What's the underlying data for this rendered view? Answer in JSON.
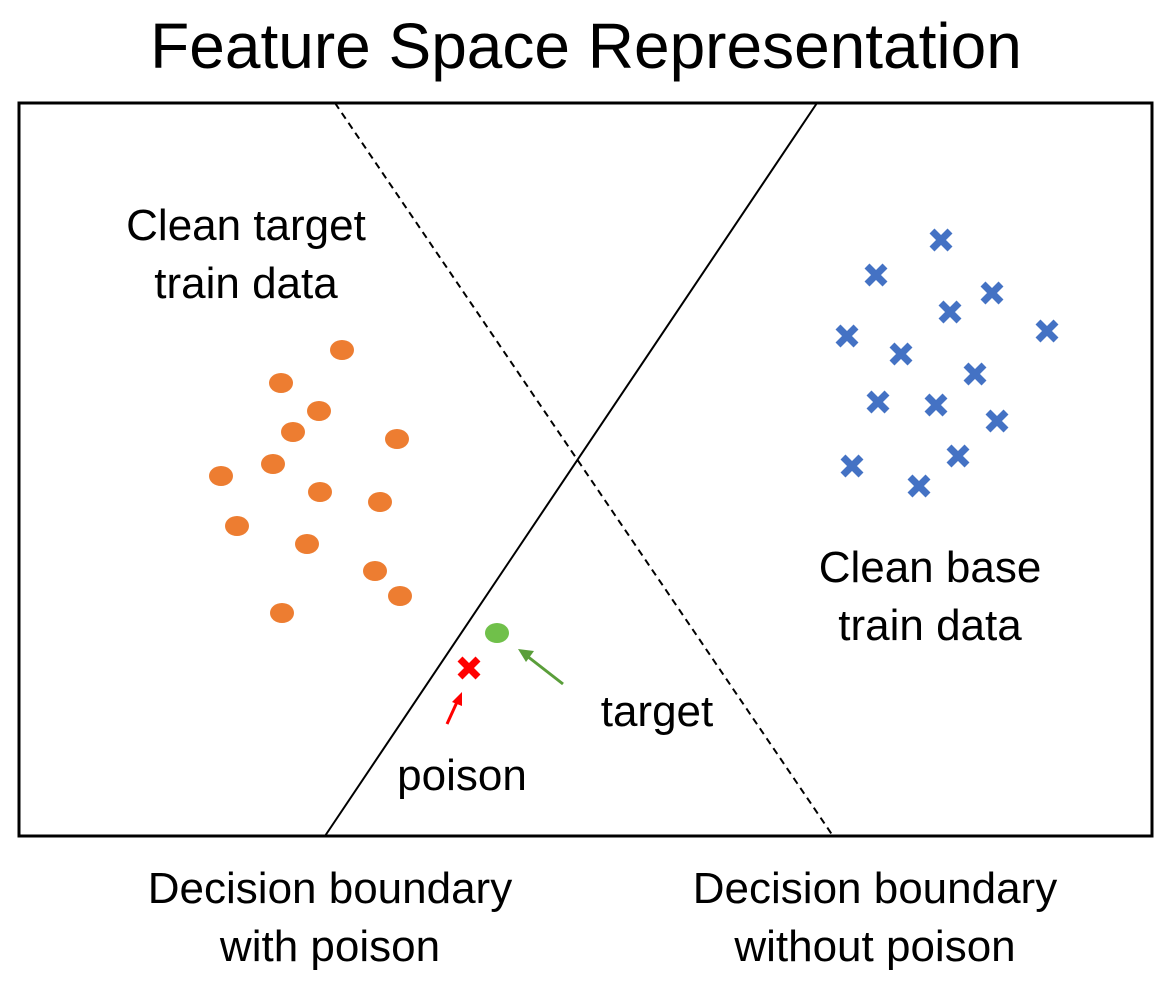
{
  "title": "Feature Space Representation",
  "labels": {
    "clean_target_line1": "Clean target",
    "clean_target_line2": "train data",
    "clean_base_line1": "Clean base",
    "clean_base_line2": "train data",
    "target": "target",
    "poison": "poison",
    "boundary_with_line1": "Decision boundary",
    "boundary_with_line2": "with poison",
    "boundary_without_line1": "Decision boundary",
    "boundary_without_line2": "without poison"
  },
  "colors": {
    "orange_dot": "#ED7D31",
    "blue_cross": "#4472C4",
    "target_dot": "#70C04A",
    "poison_cross": "#FF0000",
    "target_arrow": "#5A9E3A"
  }
}
